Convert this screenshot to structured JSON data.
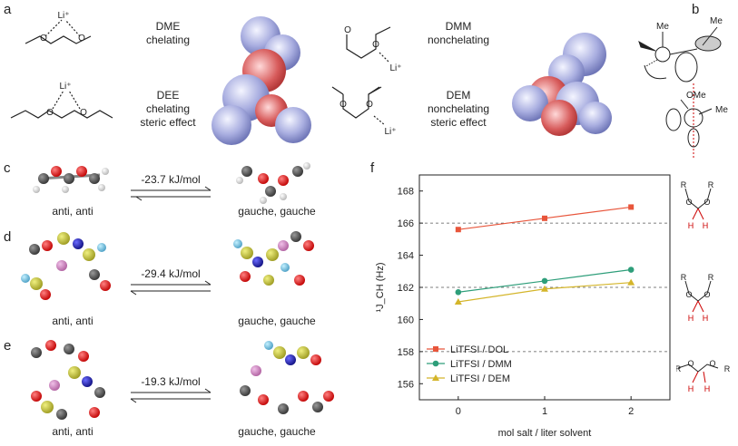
{
  "panels": {
    "a": "a",
    "b": "b",
    "c": "c",
    "d": "d",
    "e": "e",
    "f": "f"
  },
  "solvents": {
    "dme": {
      "name": "DME",
      "desc": "chelating"
    },
    "dmm": {
      "name": "DMM",
      "desc": "nonchelating"
    },
    "dee": {
      "name": "DEE",
      "desc1": "chelating",
      "desc2": "steric effect"
    },
    "dem": {
      "name": "DEM",
      "desc1": "nonchelating",
      "desc2": "steric effect"
    },
    "li": "Li⁺"
  },
  "panel_b": {
    "me": "Me",
    "ome": "OMe"
  },
  "conformers": {
    "c": {
      "energy": "-23.7 kJ/mol",
      "left": "anti, anti",
      "right": "gauche, gauche"
    },
    "d": {
      "energy": "-29.4 kJ/mol",
      "left": "anti, anti",
      "right": "gauche, gauche"
    },
    "e": {
      "energy": "-19.3 kJ/mol",
      "left": "anti, anti",
      "right": "gauche, gauche"
    }
  },
  "structures": {
    "r": "R",
    "o": "O",
    "h": "H"
  },
  "colors": {
    "dol": "#e8553b",
    "dmm": "#2e9e7a",
    "dem": "#d4b52a",
    "axis": "#222222",
    "dashed": "#555555"
  },
  "chart_data": {
    "type": "line",
    "title": "",
    "xlabel": "mol salt / liter solvent",
    "ylabel": "¹J_CH (Hz)",
    "x": [
      0,
      1,
      2
    ],
    "xlim": [
      -0.45,
      2.45
    ],
    "ylim": [
      155,
      169
    ],
    "xticks": [
      "0",
      "1",
      "2"
    ],
    "yticks": [
      "156",
      "158",
      "160",
      "162",
      "164",
      "166",
      "168"
    ],
    "dashed_lines": [
      166,
      162,
      158
    ],
    "legend_position": "bottom-left",
    "series": [
      {
        "name": "LiTFSI / DOL",
        "values": [
          165.6,
          166.3,
          167.0
        ],
        "marker": "square"
      },
      {
        "name": "LiTFSI / DMM",
        "values": [
          161.7,
          162.4,
          163.1
        ],
        "marker": "circle"
      },
      {
        "name": "LiTFSI / DEM",
        "values": [
          161.1,
          161.9,
          162.3
        ],
        "marker": "triangle"
      }
    ]
  }
}
